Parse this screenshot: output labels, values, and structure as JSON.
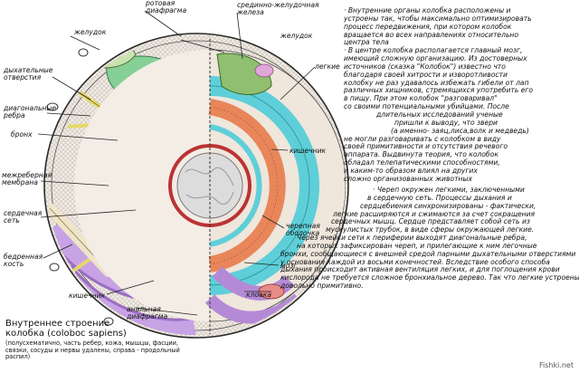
{
  "labels": {
    "rotovaya_diafragma": "ротовая\nдиафрагма",
    "sredinno_zhelezа": "срединно-желудочная\nжелеза",
    "zheludok_left": "желудок",
    "zheludok_right": "желудок",
    "dykhatelnye": "дыхательные\nотверстия",
    "legkie": "легкие",
    "diagonalnye": "диагональные\nребра",
    "bronkh": "бронх",
    "kishechnik_right": "кишечник",
    "mezhrebernaya": "межреберная\nмембрана",
    "serdechnaya": "сердечная\nсеть",
    "cherepnaya": "черепная\nоболочка",
    "bedrennaya": "бедренная\nкость",
    "mozg": "мозг",
    "kishechnik_bottom": "кишечник",
    "kloaka": "клоака",
    "analnaya": "анальная\nдиафрагма"
  },
  "caption": {
    "title_line1": "Внутреннее строение",
    "title_line2": "колобка (colobос sapiens)",
    "note": "(полусхематично, часть ребер, кожа, мышцы, фасции, связки, сосуды и нервы удалены, справа - продольный распил)"
  },
  "paragraph_top": [
    "· Внутренние органы колобка расположены и",
    "устроены так, чтобы максимально оптимизировать",
    "процесс передвижения, при котором колобок",
    "вращается во всех направлениях относительно",
    "центра тела",
    "· В центре колобка располагается главный мозг,",
    "имеющий сложную организацию. Из достоверных",
    "источников (сказка \"Колобок\") известно что",
    "благодаря своей хитрости и изворотливости",
    "колобку не раз удавалось избежать гибели от лап",
    "различных хищников, стремящихся употребить его",
    "в пищу. При этом колобок \"разговаривал\"",
    "со своими потенциальными убийцами. После",
    "длительных исследований ученые",
    "пришли к выводу, что звери",
    "(а именно- заяц,лиса,волк и медведь)",
    "не могли разговаривать с колобком в виду",
    "своей примитивности и отсутствия речевого",
    "аппарата. Выдвинута теория, что колобок",
    "обладал телепатическими способностями,",
    "и каким-то образом влиял на других",
    "сложно организованных животных"
  ],
  "paragraph_bottom": [
    "· Череп окружен легкими, заключенными",
    "в сердечную сеть. Процессы дыхания и",
    "сердцебиения синхронизированы - фактически,",
    "легкие расширяются и сжимаются за счет сокращения",
    "сердечных мышц. Сердце представляет собой сеть из",
    "мускулистых трубок, в виде сферы окружающей легкие.",
    "Через ячейки сети к периферии выходят диагональные ребра,",
    "на которых зафиксирован череп, и прилегающие к ним легочные",
    "бронхи, сообщающиеся с внешней средой парными дыхательными отверстиями",
    "у основания каждой из восьми конечностей. Вследствие особого способа",
    "дыхания происходит активная вентиляция легких, и для поглощения крови",
    "кислорода не требуется сложное бронхиальное дерево. Так что легкие устроены",
    "довольно примитивно."
  ],
  "watermark": "Fishki.net",
  "colors": {
    "skin": "#efe6dc",
    "outline": "#2a2a2a",
    "intestine": "#b48ad6",
    "lung": "#7fc98f",
    "heart_net": "#d94040",
    "brain": "#d9d9d9",
    "cyan_membrane": "#5ecfd8",
    "orange_ribbon": "#e8865a",
    "stomach": "#8fbf6f",
    "rib_yellow": "#e6d86a"
  }
}
